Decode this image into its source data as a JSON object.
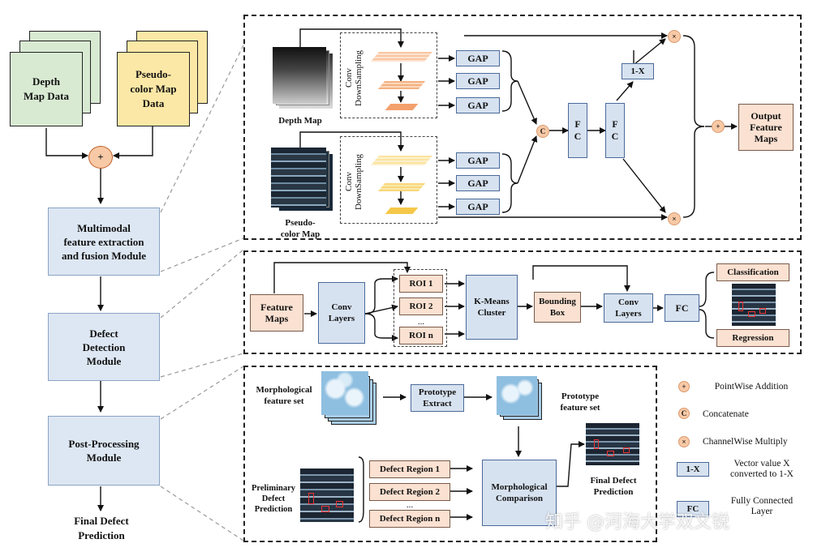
{
  "left": {
    "depth_card": "Depth\nMap Data",
    "pseudo_card": "Pseudo-\ncolor Map\nData",
    "modules": [
      "Multimodal\nfeature extraction\nand fusion Module",
      "Defect\nDetection\nModule",
      "Post-Processing\nModule"
    ],
    "final": "Final Defect\nPrediction"
  },
  "panel1": {
    "depth_label": "Depth Map",
    "pseudo_label": "Pseudo-\ncolor Map",
    "conv1": "Conv\nDownSampling",
    "conv2": "Conv\nDownSampling",
    "gap": "GAP",
    "fc1": "F\nC",
    "fc2": "F\nC",
    "onex": "1-X",
    "output": "Output\nFeature\nMaps"
  },
  "panel2": {
    "feature_maps": "Feature\nMaps",
    "conv_layers": "Conv\nLayers",
    "rois": [
      "ROI 1",
      "ROI 2",
      "ROI n"
    ],
    "ellipsis": "...",
    "kmeans": "K-Means\nCluster",
    "bbox": "Bounding\nBox",
    "conv_layers2": "Conv\nLayers",
    "fc": "FC",
    "classification": "Classification",
    "regression": "Regression"
  },
  "panel3": {
    "morph_set": "Morphological\nfeature set",
    "proto_extract": "Prototype\nExtract",
    "proto_set": "Prototype\nfeature set",
    "prelim": "Preliminary\nDefect\nPrediction",
    "regions": [
      "Defect Region 1",
      "Defect Region 2",
      "Defect Region n"
    ],
    "ellipsis": "...",
    "morph_cmp": "Morphological\nComparison",
    "final": "Final Defect\nPrediction"
  },
  "legend": {
    "items": [
      {
        "symbol": "+",
        "text": "PointWise Addition"
      },
      {
        "symbol": "C",
        "text": "Concatenate"
      },
      {
        "symbol": "×",
        "text": "ChannelWise Multiply"
      },
      {
        "symbol": "1-X",
        "text": "Vector value X\nconverted to 1-X"
      },
      {
        "symbol": "FC",
        "text": "Fully Connected\nLayer"
      }
    ]
  },
  "watermark": "知乎 @河海大学双文锐",
  "colors": {
    "module_fill": "#dde7f3",
    "blue_box": "#d7e2f0",
    "peach_box": "#fbe1d1",
    "green_card": "#d9ead3",
    "yellow_card": "#fce8a6",
    "circle": "#f8c9a6"
  }
}
